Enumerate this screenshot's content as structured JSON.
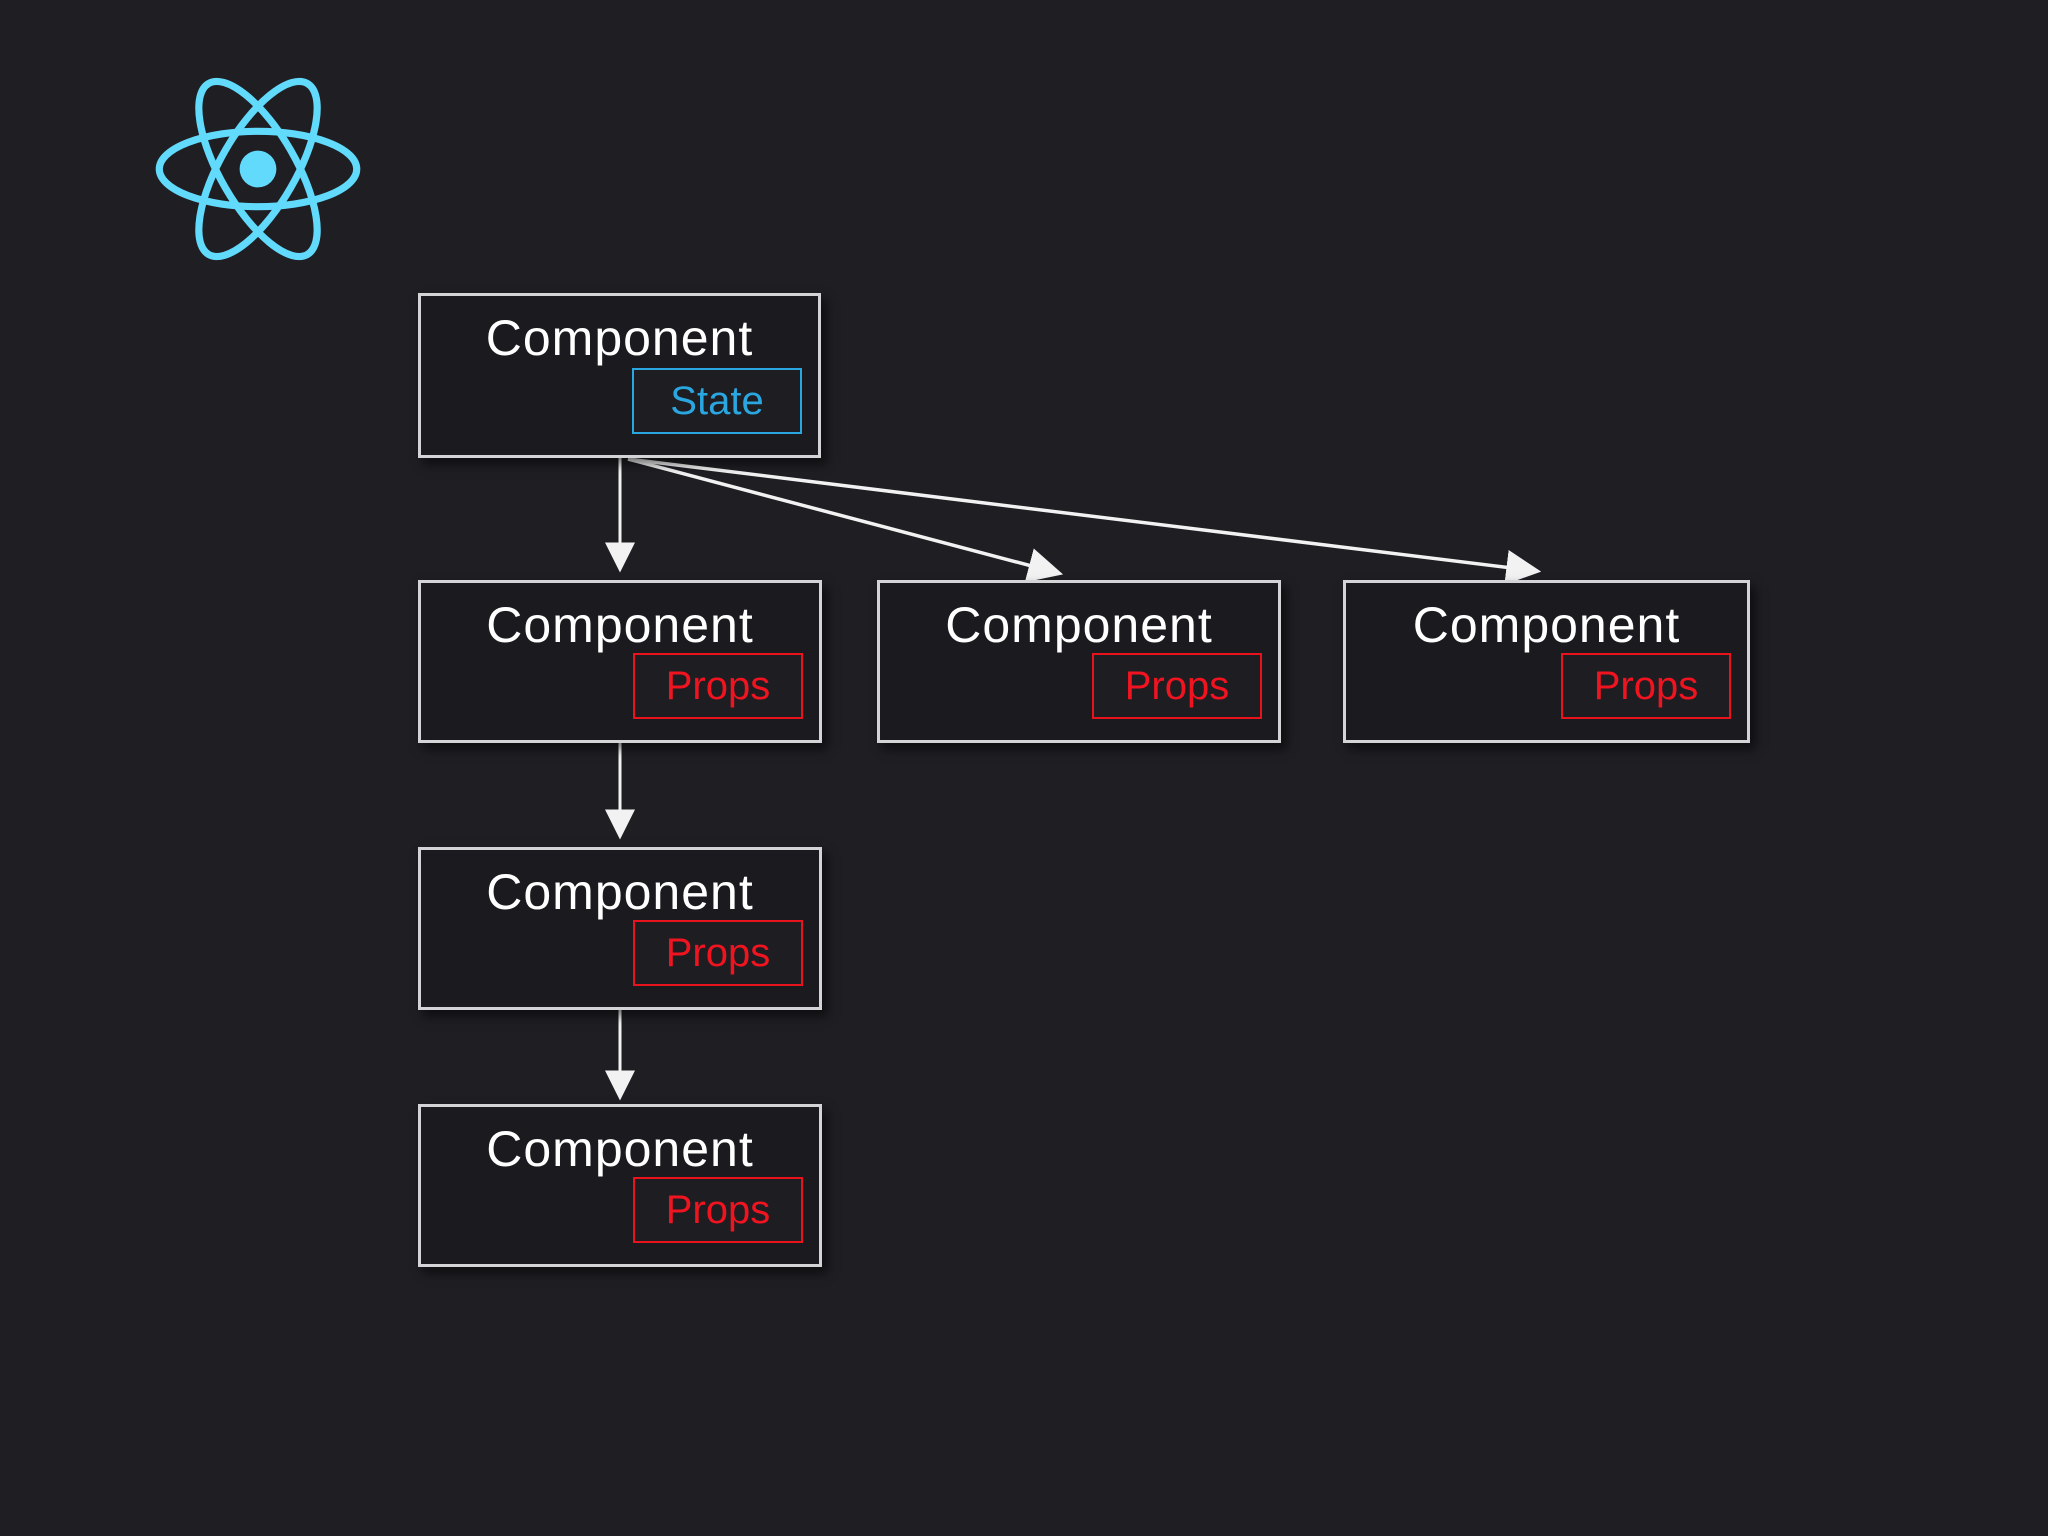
{
  "page": {
    "background": "#1e1e23",
    "description": "React component tree showing state flowing down as props"
  },
  "logo": {
    "name": "react-logo",
    "color": "#61dafb"
  },
  "colors": {
    "box_border": "#d4d4d7",
    "box_fill": "#1a1a1f",
    "title_text": "#ffffff",
    "arrow": "#f2f2f2",
    "state_accent": "#2aa7e0",
    "props_accent": "#e8131c"
  },
  "diagram": {
    "nodes": [
      {
        "id": "root",
        "label": "Component",
        "badge": "State",
        "badge_type": "state"
      },
      {
        "id": "child-1",
        "label": "Component",
        "badge": "Props",
        "badge_type": "props"
      },
      {
        "id": "child-2",
        "label": "Component",
        "badge": "Props",
        "badge_type": "props"
      },
      {
        "id": "child-3",
        "label": "Component",
        "badge": "Props",
        "badge_type": "props"
      },
      {
        "id": "grandchild-1",
        "label": "Component",
        "badge": "Props",
        "badge_type": "props"
      },
      {
        "id": "great-grandchild-1",
        "label": "Component",
        "badge": "Props",
        "badge_type": "props"
      }
    ],
    "edges": [
      {
        "from": "root",
        "to": "child-1"
      },
      {
        "from": "root",
        "to": "child-2"
      },
      {
        "from": "root",
        "to": "child-3"
      },
      {
        "from": "child-1",
        "to": "grandchild-1"
      },
      {
        "from": "grandchild-1",
        "to": "great-grandchild-1"
      }
    ]
  }
}
